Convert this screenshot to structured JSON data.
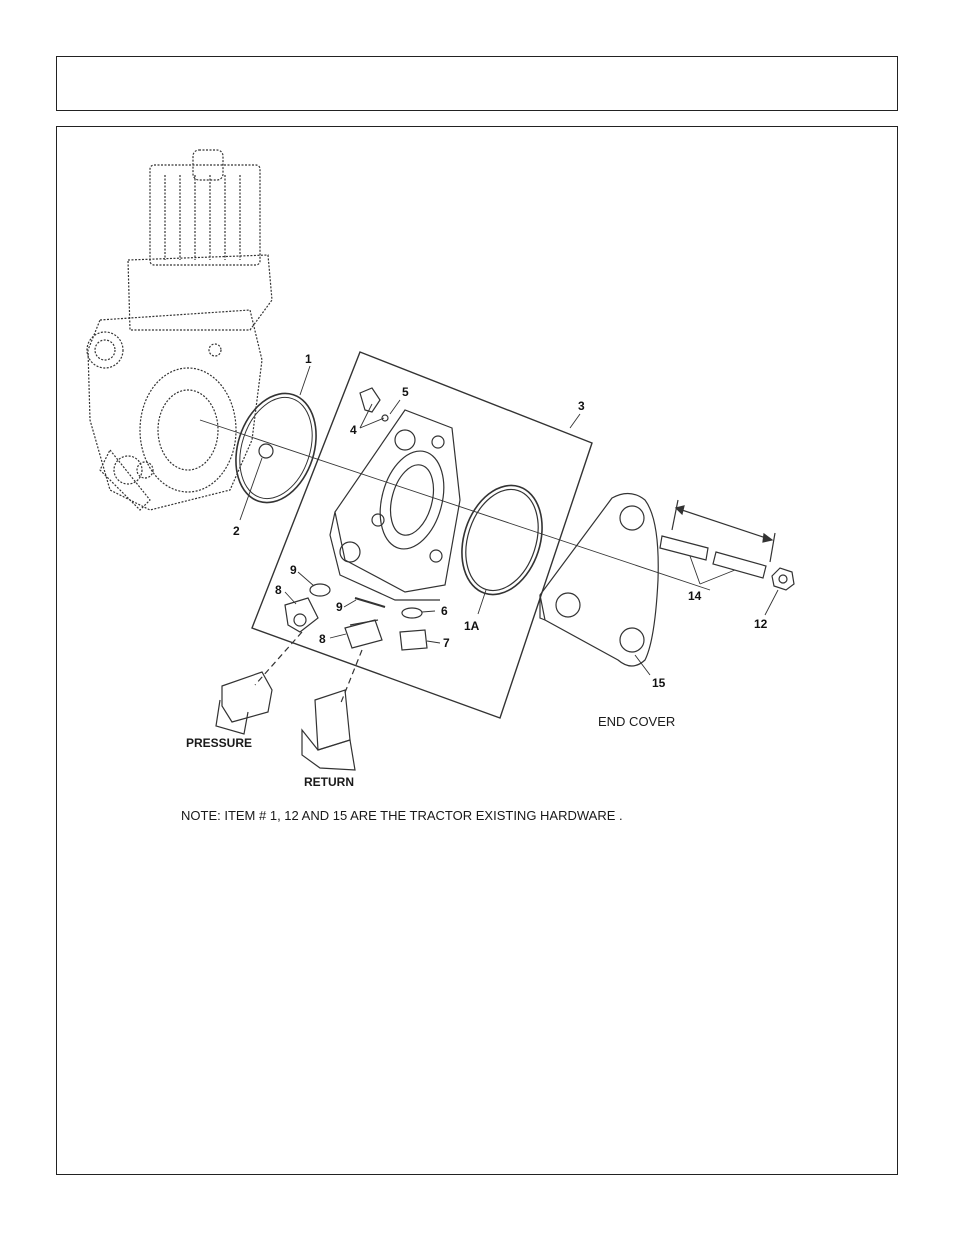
{
  "callouts": {
    "c1": "1",
    "c1a": "1A",
    "c2": "2",
    "c3": "3",
    "c4": "4",
    "c5": "5",
    "c6": "6",
    "c7": "7",
    "c8a": "8",
    "c8b": "8",
    "c9a": "9",
    "c9b": "9",
    "c12": "12",
    "c14": "14",
    "c15": "15"
  },
  "labels": {
    "end_cover": "END COVER",
    "pressure": "PRESSURE",
    "return": "RETURN"
  },
  "note": "NOTE: ITEM # 1, 12 AND 15 ARE THE TRACTOR EXISTING HARDWARE ."
}
